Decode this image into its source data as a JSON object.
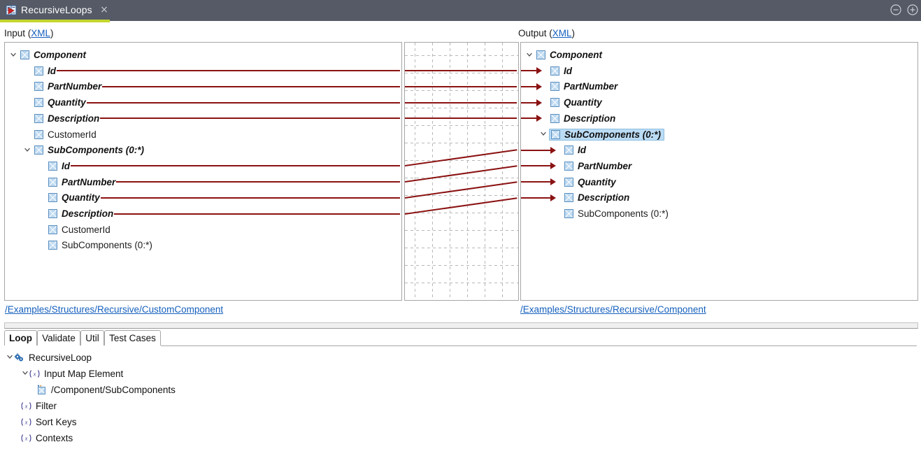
{
  "window": {
    "tab_title": "RecursiveLoops",
    "tab_icon": "mapping-document-icon",
    "close_label": "×",
    "minimize_icon": "minus-circle-icon",
    "maximize_icon": "plus-circle-icon",
    "accent_color": "#c4d62e",
    "titlebar_color": "#555a66"
  },
  "sections": {
    "input": {
      "label": "Input (",
      "link": "XML",
      "label_end": ")"
    },
    "output": {
      "label": "Output (",
      "link": "XML",
      "label_end": ")"
    }
  },
  "input_tree": {
    "nodes": [
      {
        "label": "Component",
        "indent": 0,
        "twisty": "expanded",
        "mapped": true,
        "icon": "xml-element-icon"
      },
      {
        "label": "Id",
        "indent": 1,
        "twisty": "none",
        "mapped": true,
        "icon": "xml-element-icon"
      },
      {
        "label": "PartNumber",
        "indent": 1,
        "twisty": "none",
        "mapped": true,
        "icon": "xml-element-icon"
      },
      {
        "label": "Quantity",
        "indent": 1,
        "twisty": "none",
        "mapped": true,
        "icon": "xml-element-icon"
      },
      {
        "label": "Description",
        "indent": 1,
        "twisty": "none",
        "mapped": true,
        "icon": "xml-element-icon"
      },
      {
        "label": "CustomerId",
        "indent": 1,
        "twisty": "none",
        "mapped": false,
        "icon": "xml-element-icon"
      },
      {
        "label": "SubComponents (0:*)",
        "indent": 1,
        "twisty": "expanded",
        "mapped": true,
        "icon": "xml-element-icon"
      },
      {
        "label": "Id",
        "indent": 2,
        "twisty": "none",
        "mapped": true,
        "icon": "xml-element-icon"
      },
      {
        "label": "PartNumber",
        "indent": 2,
        "twisty": "none",
        "mapped": true,
        "icon": "xml-element-icon"
      },
      {
        "label": "Quantity",
        "indent": 2,
        "twisty": "none",
        "mapped": true,
        "icon": "xml-element-icon"
      },
      {
        "label": "Description",
        "indent": 2,
        "twisty": "none",
        "mapped": true,
        "icon": "xml-element-icon"
      },
      {
        "label": "CustomerId",
        "indent": 2,
        "twisty": "none",
        "mapped": false,
        "icon": "xml-element-icon"
      },
      {
        "label": "SubComponents (0:*)",
        "indent": 2,
        "twisty": "none",
        "mapped": false,
        "icon": "xml-element-icon"
      }
    ]
  },
  "output_tree": {
    "nodes": [
      {
        "label": "Component",
        "indent": 0,
        "twisty": "expanded",
        "mapped": true,
        "selected": false,
        "arrow": false,
        "icon": "xml-element-icon"
      },
      {
        "label": "Id",
        "indent": 1,
        "twisty": "none",
        "mapped": true,
        "selected": false,
        "arrow": true,
        "icon": "xml-element-icon"
      },
      {
        "label": "PartNumber",
        "indent": 1,
        "twisty": "none",
        "mapped": true,
        "selected": false,
        "arrow": true,
        "icon": "xml-element-icon"
      },
      {
        "label": "Quantity",
        "indent": 1,
        "twisty": "none",
        "mapped": true,
        "selected": false,
        "arrow": true,
        "icon": "xml-element-icon"
      },
      {
        "label": "Description",
        "indent": 1,
        "twisty": "none",
        "mapped": true,
        "selected": false,
        "arrow": true,
        "icon": "xml-element-icon"
      },
      {
        "label": "SubComponents (0:*)",
        "indent": 1,
        "twisty": "expanded",
        "mapped": true,
        "selected": true,
        "arrow": false,
        "icon": "xml-element-icon"
      },
      {
        "label": "Id",
        "indent": 2,
        "twisty": "none",
        "mapped": true,
        "selected": false,
        "arrow": true,
        "icon": "xml-element-icon"
      },
      {
        "label": "PartNumber",
        "indent": 2,
        "twisty": "none",
        "mapped": true,
        "selected": false,
        "arrow": true,
        "icon": "xml-element-icon"
      },
      {
        "label": "Quantity",
        "indent": 2,
        "twisty": "none",
        "mapped": true,
        "selected": false,
        "arrow": true,
        "icon": "xml-element-icon"
      },
      {
        "label": "Description",
        "indent": 2,
        "twisty": "none",
        "mapped": true,
        "selected": false,
        "arrow": true,
        "icon": "xml-element-icon"
      },
      {
        "label": "SubComponents (0:*)",
        "indent": 2,
        "twisty": "none",
        "mapped": false,
        "selected": false,
        "arrow": false,
        "icon": "xml-element-icon"
      }
    ]
  },
  "mapping_lines": {
    "color": "#8b1212",
    "straight_rows": [
      1,
      2,
      3,
      4
    ],
    "diagonal_pairs": [
      {
        "from_row": 7,
        "to_row": 6
      },
      {
        "from_row": 8,
        "to_row": 7
      },
      {
        "from_row": 9,
        "to_row": 8
      },
      {
        "from_row": 10,
        "to_row": 9
      }
    ]
  },
  "paths": {
    "input": "/Examples/Structures/Recursive/CustomComponent",
    "output": "/Examples/Structures/Recursive/Component"
  },
  "bottom_tabs": [
    {
      "label": "Loop",
      "active": true
    },
    {
      "label": "Validate",
      "active": false
    },
    {
      "label": "Util",
      "active": false
    },
    {
      "label": "Test Cases",
      "active": false
    }
  ],
  "bottom_tree": {
    "nodes": [
      {
        "label": "RecursiveLoop",
        "indent": 0,
        "twisty": "expanded",
        "icon": "gears-icon"
      },
      {
        "label": "Input Map Element",
        "indent": 1,
        "twisty": "expanded",
        "icon": "variable-x-icon"
      },
      {
        "label": "/Component/SubComponents",
        "indent": 2,
        "twisty": "none",
        "icon": "element-ref-icon"
      },
      {
        "label": "Filter",
        "indent": 1,
        "twisty": "none",
        "icon": "variable-x-icon"
      },
      {
        "label": "Sort Keys",
        "indent": 1,
        "twisty": "none",
        "icon": "variable-x-icon"
      },
      {
        "label": "Contexts",
        "indent": 1,
        "twisty": "none",
        "icon": "variable-x-icon"
      }
    ]
  }
}
